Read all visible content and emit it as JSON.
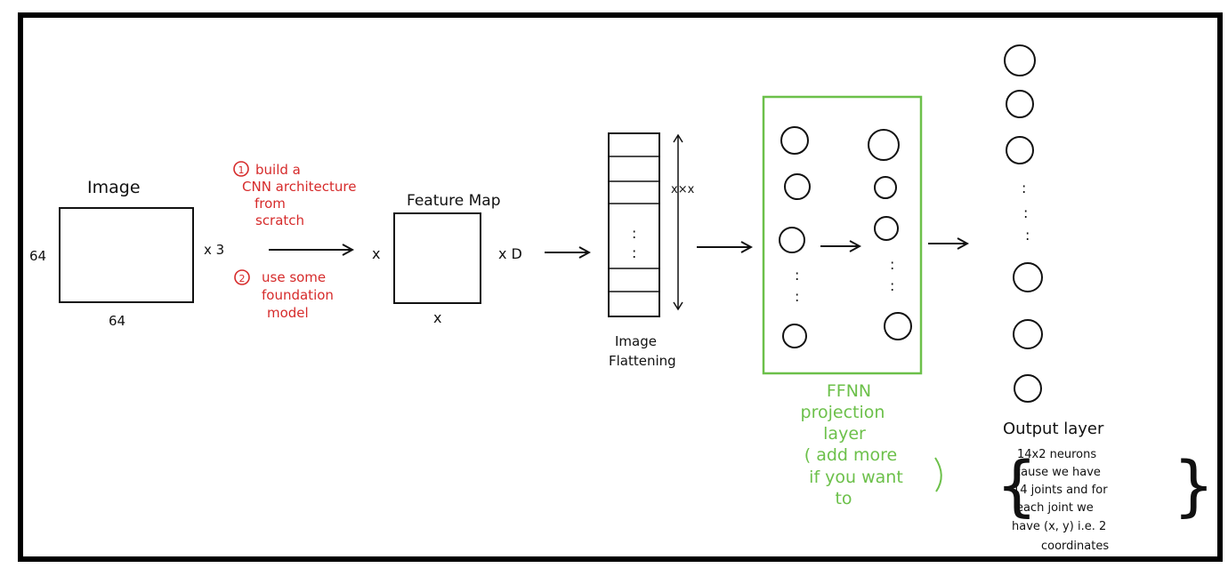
{
  "colors": {
    "ink": "#111111",
    "red_notes": "#d62b2b",
    "green_block": "#6cc04a",
    "frame": "#000000"
  },
  "image_block": {
    "title": "Image",
    "height_label": "64",
    "width_label": "64",
    "channels_label": "x 3"
  },
  "options": {
    "option1_number": "1",
    "option1_lines": [
      "build a",
      "CNN architecture",
      "from",
      "scratch"
    ],
    "option2_number": "2",
    "option2_lines": [
      "use some",
      "foundation",
      "model"
    ]
  },
  "feature_map": {
    "title": "Feature Map",
    "height_label": "x",
    "width_label": "x",
    "depth_label": "x D"
  },
  "flattening": {
    "size_label": "x×x",
    "dots": ":",
    "caption_lines": [
      "Image",
      "Flattening"
    ]
  },
  "ffnn": {
    "dots": ":",
    "caption_lines": [
      "FFNN",
      "projection",
      "layer",
      "( add more",
      "if you want",
      "to"
    ]
  },
  "output": {
    "dots": ":",
    "title": "Output layer",
    "note_lines": [
      "14x2 neurons",
      "cause we have",
      "14 joints and for",
      "each joint we",
      "have (x, y) i.e. 2",
      "coordinates"
    ],
    "brace_open": "{",
    "brace_close": "}"
  }
}
